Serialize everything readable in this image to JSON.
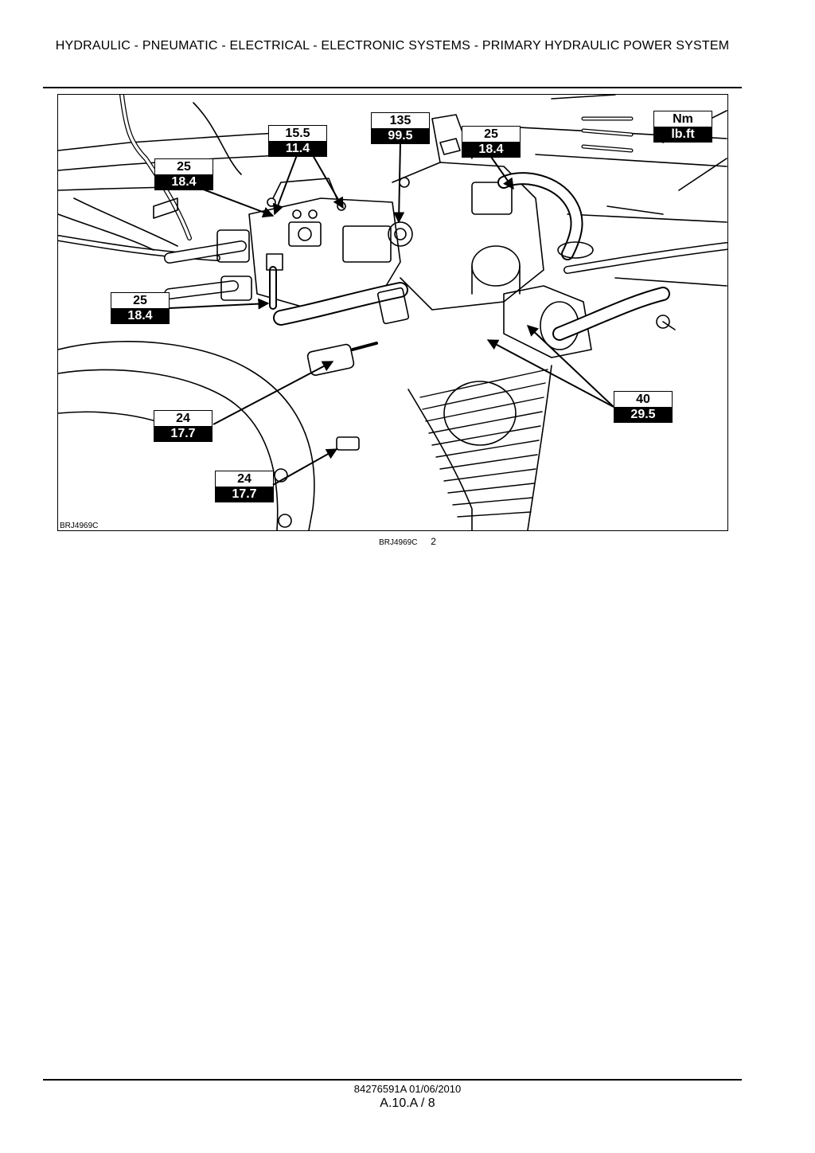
{
  "header": {
    "title": "HYDRAULIC - PNEUMATIC - ELECTRICAL - ELECTRONIC SYSTEMS - PRIMARY HYDRAULIC POWER SYSTEM"
  },
  "figure": {
    "code": "BRJ4969C",
    "legend": {
      "nm": "Nm",
      "lbft": "lb.ft"
    },
    "torque_labels": [
      {
        "nm": "15.5",
        "lbft": "11.4"
      },
      {
        "nm": "135",
        "lbft": "99.5"
      },
      {
        "nm": "25",
        "lbft": "18.4"
      },
      {
        "nm": "25",
        "lbft": "18.4"
      },
      {
        "nm": "25",
        "lbft": "18.4"
      },
      {
        "nm": "40",
        "lbft": "29.5"
      },
      {
        "nm": "24",
        "lbft": "17.7"
      },
      {
        "nm": "24",
        "lbft": "17.7"
      }
    ]
  },
  "caption": {
    "code": "BRJ4969C",
    "number": "2"
  },
  "footer": {
    "doc_ref": "84276591A 01/06/2010",
    "page": "A.10.A / 8"
  },
  "colors": {
    "ink": "#000000",
    "paper": "#ffffff"
  }
}
